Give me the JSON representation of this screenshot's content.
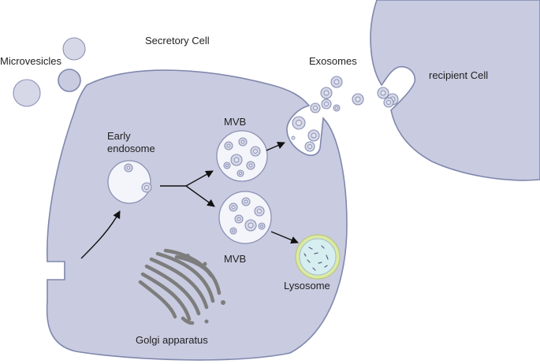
{
  "labels": {
    "secretory_cell": "Secretory Cell",
    "microvesicles": "Microvesicles",
    "exosomes": "Exosomes",
    "recipient_cell": "recipient Cell",
    "early_endosome_line1": "Early",
    "early_endosome_line2": "endosome",
    "mvb_top": "MVB",
    "mvb_bottom": "MVB",
    "lysosome": "Lysosome",
    "golgi": "Golgi apparatus"
  },
  "colors": {
    "cell_fill": "#c9cbe0",
    "cell_stroke": "#7f87ad",
    "vesicle_fill": "#f4f5fa",
    "lysosome_ring": "#dce8a6",
    "lysosome_fill": "#d7eef1",
    "golgi": "#7d7d7d",
    "arrow": "#111111"
  }
}
